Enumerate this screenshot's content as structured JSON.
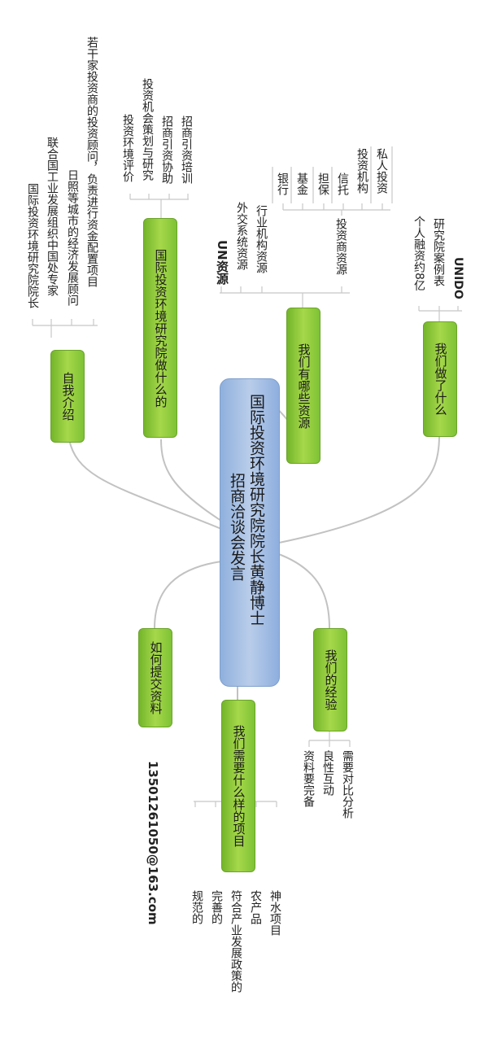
{
  "central": {
    "line1": "国际投资环境研究院院长黄静博士",
    "line2": "招商洽谈会发言"
  },
  "branches": {
    "intro": {
      "label": "自我介绍",
      "items": [
        "国际投资环境研究院院长",
        "联合国工业发展组织中国处专家",
        "日照等城市的经济发展顾问",
        "若干家投资商的投资顾问，负责进行资金配置项目"
      ]
    },
    "work": {
      "label": "国际投资环境研究院做什么的",
      "items": [
        "投资环境评价",
        "投资机会策划与研究",
        "招商引资协助",
        "招商引资培训"
      ]
    },
    "resources": {
      "label": "我们有哪些资源",
      "items": [
        "UN资源",
        "外交系统资源",
        "行业机构资源",
        "投资商资源"
      ],
      "investor_items": [
        "银行",
        "基金",
        "担保",
        "信托",
        "投资机构",
        "私人投资"
      ]
    },
    "done": {
      "label": "我们做了什么",
      "items": [
        "个人融资约8亿",
        "研究院案例表",
        "UNIDO"
      ]
    },
    "submit": {
      "label": "如何提交资料",
      "email": "13501261050@163.com"
    },
    "projects": {
      "label": "我们需要什么样的项目",
      "items": [
        "规范的",
        "完善的",
        "符合产业发展政策的",
        "农产品",
        "神水项目"
      ]
    },
    "experience": {
      "label": "我们的经验",
      "items": [
        "资料要完备",
        "良性互动",
        "需要对比分析"
      ]
    }
  },
  "colors": {
    "node_green": "#8cc63f",
    "center_blue": "#a9c1e6",
    "connector": "#c0c0c0"
  }
}
